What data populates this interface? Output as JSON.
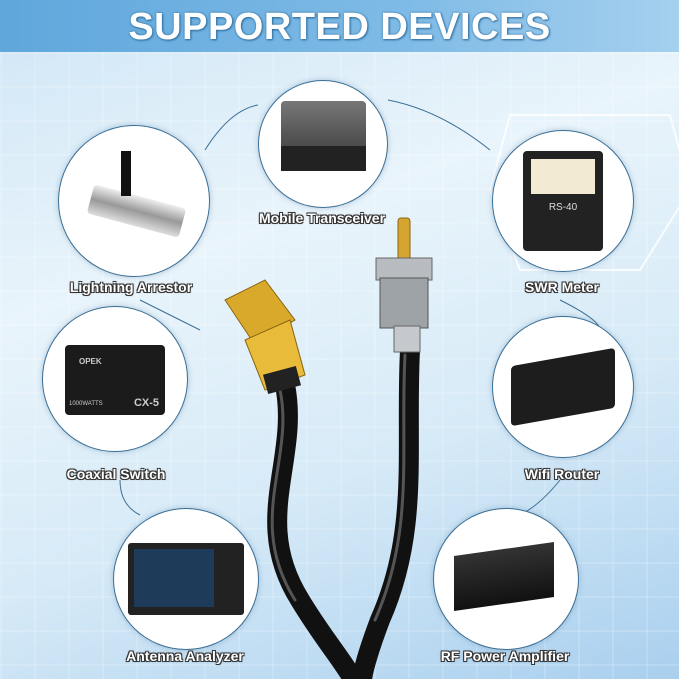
{
  "title": "SUPPORTED DEVICES",
  "devices": [
    {
      "name": "Mobile Transceiver"
    },
    {
      "name": "Lightning Arrestor"
    },
    {
      "name": "SWR Meter"
    },
    {
      "name": "Coaxial Switch"
    },
    {
      "name": "Wifi Router"
    },
    {
      "name": "Antenna Analyzer"
    },
    {
      "name": "RF Power Amplifier"
    }
  ],
  "device_markings": {
    "swr_model": "RS-40",
    "switch_brand": "OPEK",
    "switch_model": "CX-5",
    "switch_power": "1000WATTS"
  }
}
